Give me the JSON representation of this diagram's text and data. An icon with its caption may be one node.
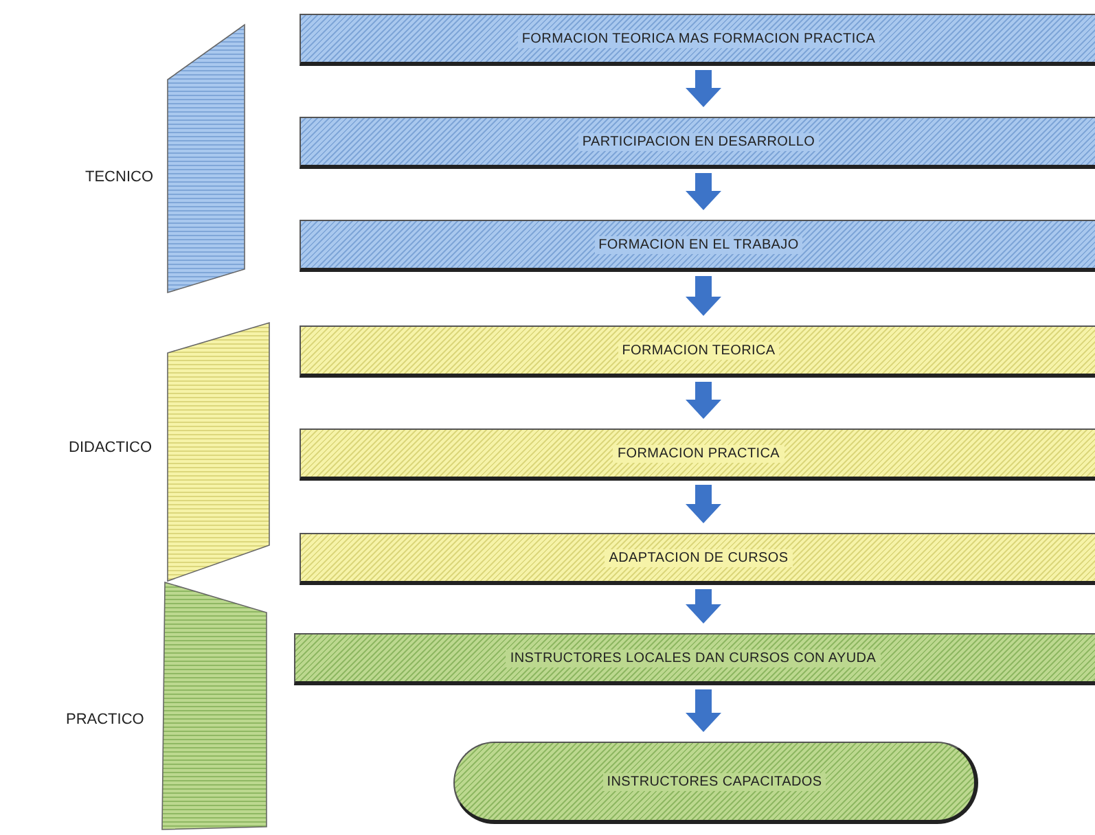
{
  "diagram": {
    "nodes": [
      {
        "text": [],
        "shape": "trapezoid",
        "beside": [
          "TECNICO"
        ]
      },
      {
        "text": [],
        "shape": "trapezoid",
        "beside": [
          "DIDACTICO"
        ]
      },
      {
        "text": [],
        "shape": "trapezoid",
        "beside": [
          "PRACTICO"
        ]
      },
      {
        "text": [
          "FORMACION TEORICA MAS FORMACION PRACTICA"
        ]
      },
      {
        "text": [
          "PARTICIPACION EN DESARROLLO"
        ]
      },
      {
        "text": [
          "FORMACION EN EL TRABAJO"
        ]
      },
      {
        "text": [
          "FORMACION TEORICA"
        ]
      },
      {
        "text": [
          "FORMACION PRACTICA"
        ]
      },
      {
        "text": [
          "ADAPTACION DE CURSOS"
        ]
      },
      {
        "text": [
          "INSTRUCTORES LOCALES DAN CURSOS CON AYUDA"
        ]
      },
      {
        "text": [
          "INSTRUCTORES CAPACITADOS"
        ]
      }
    ],
    "edges": [
      {
        "from": 3,
        "to": 4,
        "arrow": "to"
      },
      {
        "from": 4,
        "to": 5,
        "arrow": "to"
      },
      {
        "from": 5,
        "to": 6,
        "arrow": "to"
      },
      {
        "from": 6,
        "to": 7,
        "arrow": "to"
      },
      {
        "from": 7,
        "to": 8,
        "arrow": "to"
      },
      {
        "from": 8,
        "to": 9,
        "arrow": "to"
      },
      {
        "from": 9,
        "to": 10,
        "arrow": "to"
      }
    ]
  }
}
